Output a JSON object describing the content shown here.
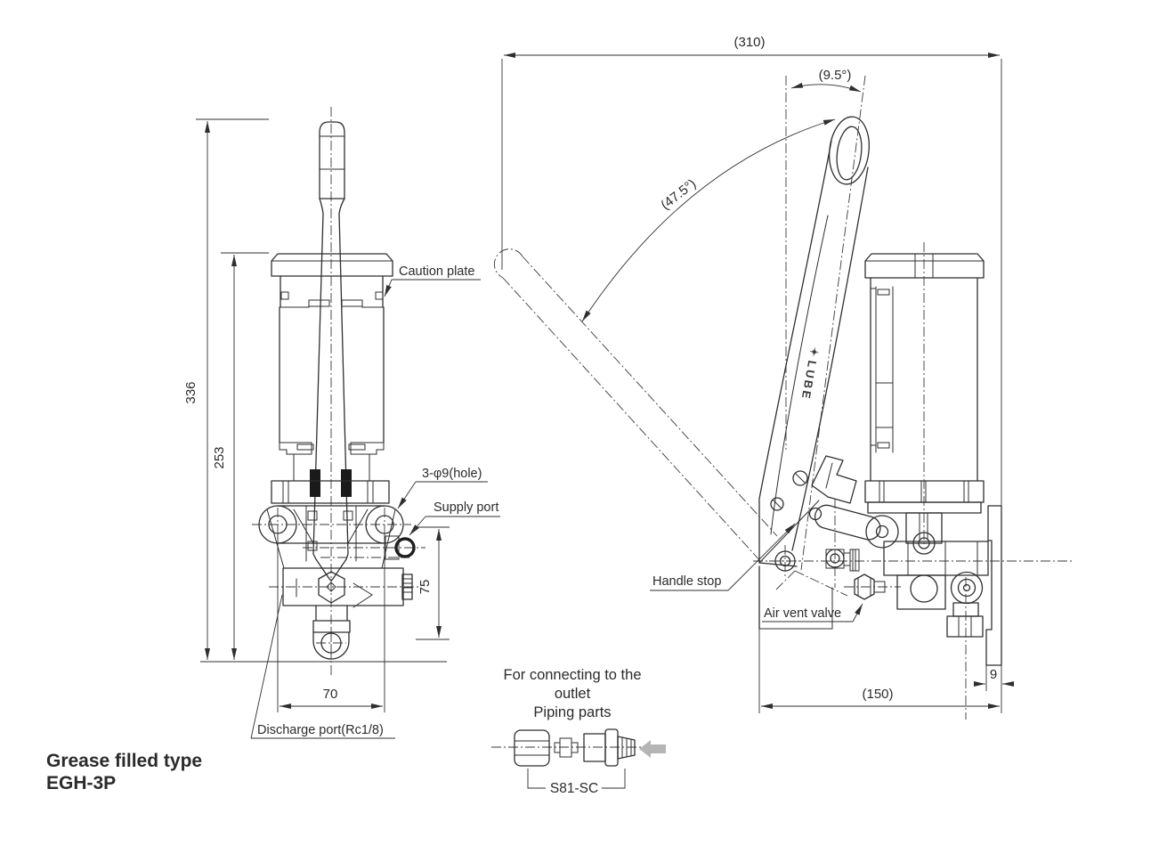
{
  "drawing": {
    "title": {
      "line1": "Grease filled type",
      "line2": "EGH-3P"
    },
    "front_view": {
      "labels": {
        "caution_plate": "Caution plate",
        "mounting_holes": "3-φ9(hole)",
        "supply_port": "Supply port",
        "discharge_port": "Discharge port(Rc1/8)"
      },
      "dimensions": {
        "overall_height": "336",
        "body_height": "253",
        "mounting_hole_pitch": "70",
        "supply_port_offset": "75"
      }
    },
    "side_view": {
      "labels": {
        "handle_stop": "Handle stop",
        "air_vent_valve": "Air vent valve"
      },
      "dimensions": {
        "overall_depth": "(310)",
        "handle_rest_angle": "(9.5°)",
        "handle_stroke_angle": "(47.5°)",
        "base_depth": "(150)",
        "bracket_thickness": "9"
      },
      "handle_logo_mark": "✦",
      "handle_logo_text": "LUBE"
    },
    "piping_note": {
      "line1": "For connecting to the",
      "line2": "outlet",
      "line3": "Piping parts",
      "part_number": "S81-SC"
    },
    "colors": {
      "line": "#2f2f2f",
      "phantom_arrow": "#b5b5b5",
      "background": "#ffffff"
    }
  }
}
